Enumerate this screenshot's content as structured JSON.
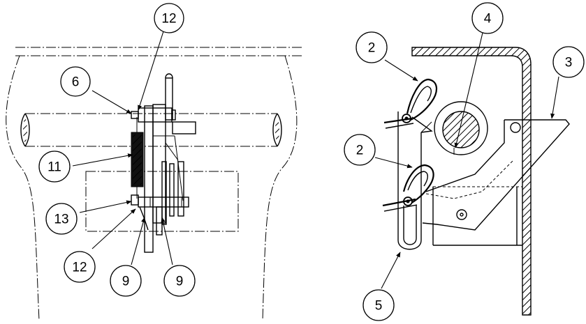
{
  "callouts": {
    "left_top_12": "12",
    "left_6": "6",
    "left_11": "11",
    "left_13": "13",
    "left_bottom_12": "12",
    "left_9a": "9",
    "left_9b": "9",
    "right_2_top": "2",
    "right_4": "4",
    "right_3": "3",
    "right_2_mid": "2",
    "right_5": "5"
  }
}
